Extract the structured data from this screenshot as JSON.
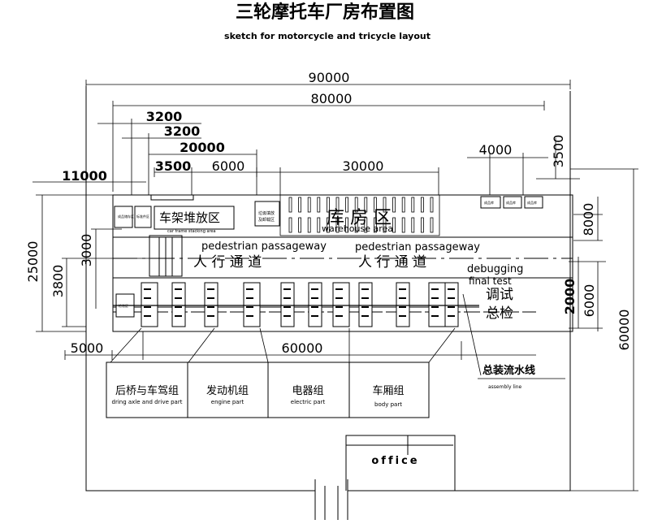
{
  "title_cn": "三轮摩托车厂房布置图",
  "title_en": "sketch for motorcycle and tricycle layout",
  "dimensions": {
    "overall_width": "90000",
    "inner_width": "80000",
    "d3200a": "3200",
    "d3200b": "3200",
    "d20000": "20000",
    "d3500a": "3500",
    "d6000a": "6000",
    "d30000": "30000",
    "d4000": "4000",
    "d3500b": "3500",
    "d11000": "11000",
    "d25000": "25000",
    "d3000": "3000",
    "d3800": "3800",
    "d8000": "8000",
    "d2000": "2000",
    "d6000b": "6000",
    "d60000_height": "60000",
    "d5000": "5000",
    "d60000_line": "60000"
  },
  "zones": {
    "frame_stack_cn": "车架堆放区",
    "frame_stack_en": "car frame stacking area",
    "warehouse_cn": "库 房 区",
    "warehouse_en": "warehouse area",
    "passage_en_1": "pedestrian passageway",
    "passage_cn_1": "人 行 通 道",
    "passage_en_2": "pedestrian passageway",
    "passage_cn_2": "人 行 通 道",
    "debug_en_1": "debugging",
    "debug_en_2": "final test",
    "debug_cn_1": "调试",
    "debug_cn_2": "总检",
    "assembly_cn": "总装流水线",
    "assembly_en": "assembly line",
    "office": "office"
  },
  "work_groups": [
    {
      "cn": "后桥与车驾组",
      "en": "dring axle and drive part"
    },
    {
      "cn": "发动机组",
      "en": "engine part"
    },
    {
      "cn": "电器组",
      "en": "electric part"
    },
    {
      "cn": "车厢组",
      "en": "body part"
    }
  ],
  "small_labels": {
    "left_box_1": "成品储存区",
    "left_box_2": "标准件区",
    "left_box_3": "检验区",
    "left_box_4": "返修区",
    "right_box_1": "成品库",
    "right_box_2": "成品库",
    "right_box_3": "成品库",
    "dump_label": "垃圾填放",
    "dump_label_2": "及卸载区"
  }
}
